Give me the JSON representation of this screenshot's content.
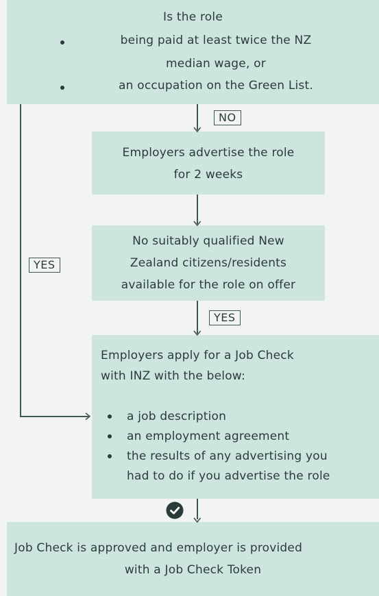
{
  "top_box": {
    "line1": "Is the role",
    "bullets": [
      "being paid at least twice the NZ",
      "median wage, or",
      "an occupation on the Green List."
    ]
  },
  "labels": {
    "no": "NO",
    "yes_left": "YES",
    "yes_mid": "YES"
  },
  "advertise_box": {
    "line1": "Employers advertise the role",
    "line2": "for 2 weeks"
  },
  "no_suitable_box": {
    "line1": "No suitably qualified New",
    "line2": "Zealand citizens/residents",
    "line3": "available for the role on offer"
  },
  "apply_box": {
    "line1": "Employers apply for a Job Check",
    "line2": "with INZ with the below:",
    "bullets": [
      "a job description",
      "an employment agreement",
      "the results of any advertising you",
      "had to do if you advertise the role"
    ]
  },
  "final_box": {
    "line1": "Job Check is approved and employer is provided",
    "line2": "with a Job Check Token"
  },
  "icons": {
    "approved": "check-circle-icon"
  },
  "colors": {
    "box_fill": "#cde4df",
    "text": "#2a3c3a",
    "line": "#3d5553",
    "background": "#f1f4f3"
  }
}
